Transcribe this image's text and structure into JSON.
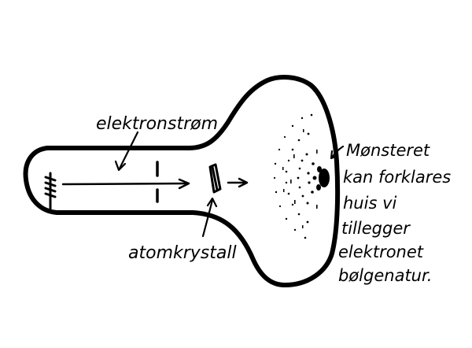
{
  "labels": {
    "electron_stream": "elektronstrøm",
    "atom_crystal": "atomkrystall",
    "note_lines": [
      "Mønsteret",
      "kan forklares",
      "huis vi",
      "tillegger",
      "elektronet",
      "bølgenatur."
    ]
  },
  "colors": {
    "ink": "#000000",
    "paper": "#ffffff"
  }
}
